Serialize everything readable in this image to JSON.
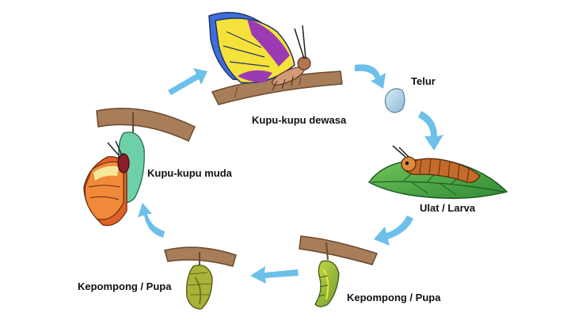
{
  "diagram": {
    "type": "life-cycle",
    "stages": [
      {
        "id": "adult",
        "label": "Kupu-kupu dewasa"
      },
      {
        "id": "egg",
        "label": "Telur"
      },
      {
        "id": "larva",
        "label": "Ulat / Larva"
      },
      {
        "id": "pupa-green",
        "label": "Kepompong / Pupa"
      },
      {
        "id": "pupa-ripe",
        "label": "Kepompong / Pupa"
      },
      {
        "id": "young",
        "label": "Kupu-kupu muda"
      }
    ],
    "arrow_color": "#6cc0ea",
    "colors": {
      "branch": "#a77d5a",
      "leaf": "#3f9b3b",
      "wing_blue": "#3f6ed8",
      "wing_yellow": "#f4e23a",
      "wing_purple": "#9b3ab3",
      "caterpillar": "#c46a2a",
      "pupa_green": "#9ecb3a",
      "young_wing": "#e0612a"
    }
  }
}
